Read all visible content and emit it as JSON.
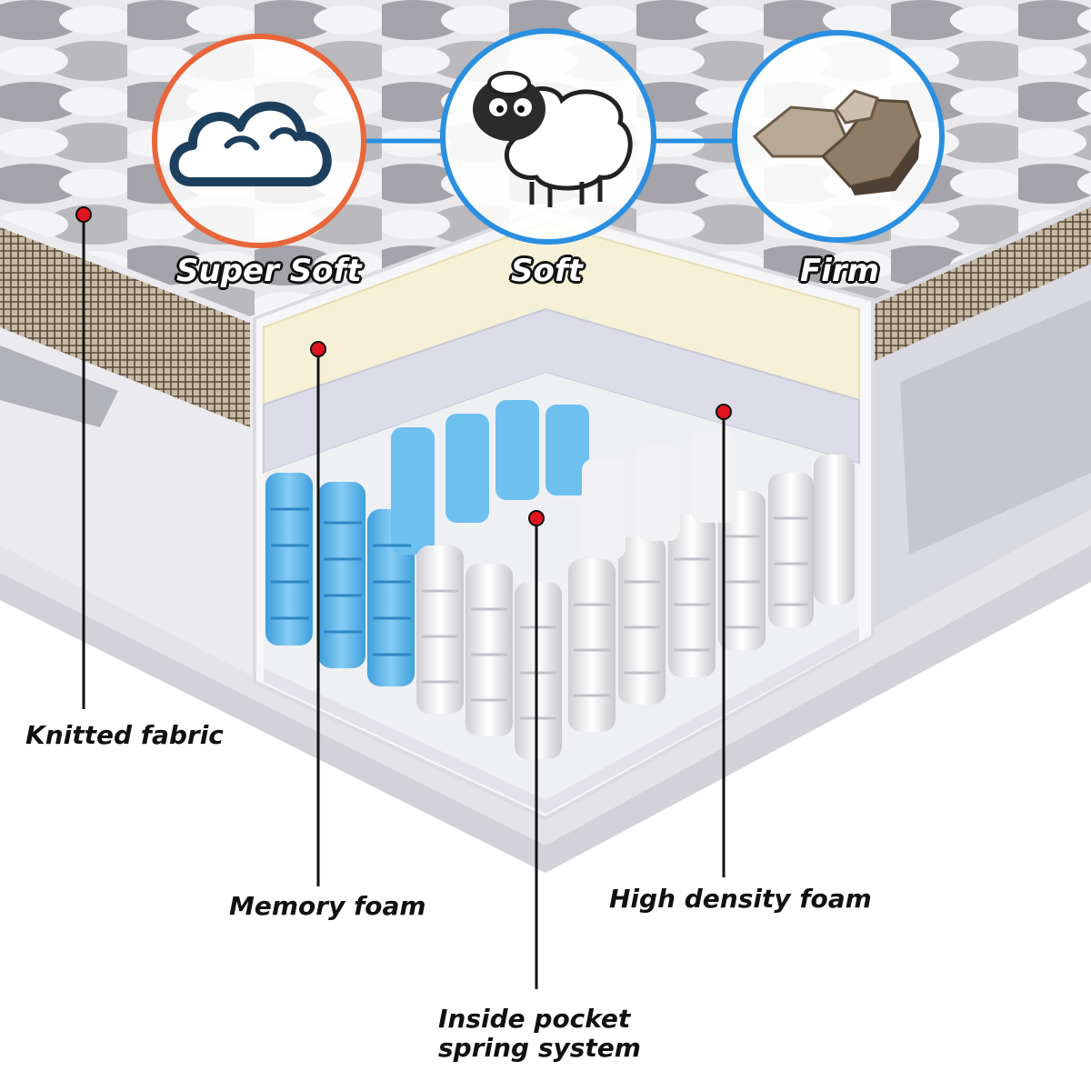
{
  "firmness_scale": {
    "levels": [
      {
        "label": "Super Soft",
        "icon": "cloud-icon",
        "ring_color": "#e8663a"
      },
      {
        "label": "Soft",
        "icon": "sheep-icon",
        "ring_color": "#2a8fe0"
      },
      {
        "label": "Firm",
        "icon": "rock-icon",
        "ring_color": "#2a8fe0"
      }
    ]
  },
  "layers": {
    "knitted_fabric": "Knitted fabric",
    "memory_foam": "Memory foam",
    "high_density_foam": "High density foam",
    "spring_system_line1": "Inside pocket",
    "spring_system_line2": "spring system"
  },
  "colors": {
    "marker_dot": "#e0141e",
    "memory_foam": "#f6f1d6",
    "high_density_foam": "#dcdde8",
    "spring_blue": "#5bb4ea"
  }
}
